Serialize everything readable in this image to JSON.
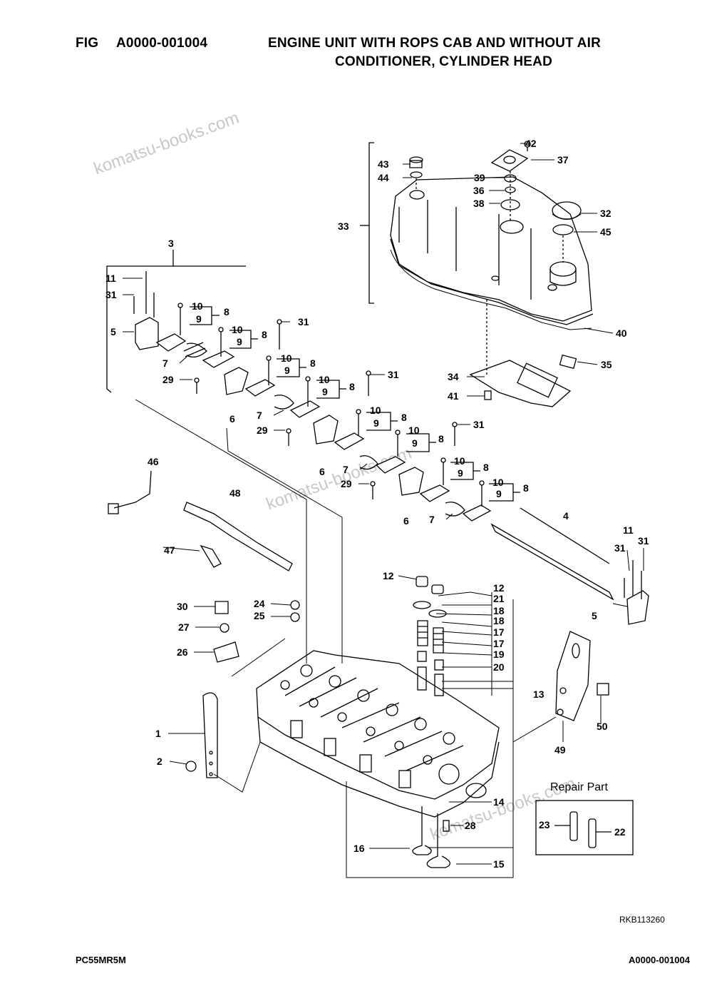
{
  "header": {
    "fig_label": "FIG",
    "fig_number": "A0000-001004",
    "title_line1": "ENGINE UNIT WITH ROPS CAB AND WITHOUT AIR",
    "title_line2": "CONDITIONER, CYLINDER HEAD"
  },
  "watermark": "komatsu-books.com",
  "drawing_ref": "RKB113260",
  "footer": {
    "model": "PC55MR5M",
    "doc_number": "A0000-001004"
  },
  "repair_box": {
    "label": "Repair Part"
  },
  "callouts": [
    "1",
    "2",
    "3",
    "4",
    "5",
    "6",
    "7",
    "8",
    "9",
    "10",
    "11",
    "12",
    "13",
    "14",
    "15",
    "16",
    "17",
    "18",
    "19",
    "20",
    "21",
    "22",
    "23",
    "24",
    "25",
    "26",
    "27",
    "28",
    "29",
    "30",
    "31",
    "32",
    "33",
    "34",
    "35",
    "36",
    "37",
    "38",
    "39",
    "40",
    "41",
    "42",
    "43",
    "44",
    "45",
    "46",
    "47",
    "48",
    "49",
    "50"
  ]
}
